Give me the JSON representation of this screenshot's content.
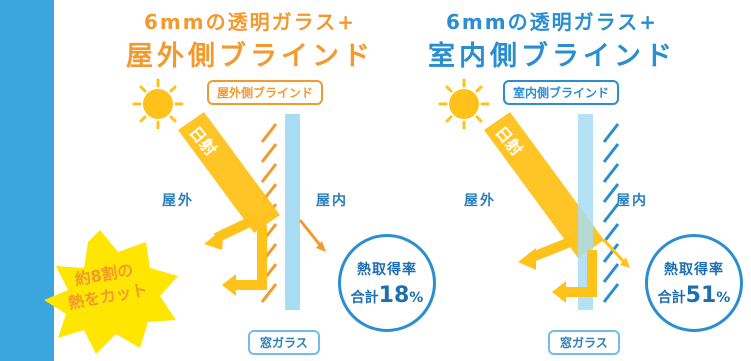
{
  "left": {
    "title_line1": "6mmの透明ガラス+",
    "title_line2": "屋外側ブラインド",
    "title_color": "#f29a2e",
    "blind_tag": "屋外側ブラインド",
    "sun_label": "日射",
    "outside_label": "屋外",
    "inside_label": "屋内",
    "glass_label": "窓ガラス",
    "heat_gain_label": "熱取得率",
    "total_label": "合計",
    "total_value": "18",
    "total_unit": "%"
  },
  "right": {
    "title_line1": "6mmの透明ガラス+",
    "title_line2": "室内側ブラインド",
    "title_color": "#2a8ed0",
    "blind_tag": "室内側ブラインド",
    "sun_label": "日射",
    "outside_label": "屋外",
    "inside_label": "屋内",
    "glass_label": "窓ガラス",
    "heat_gain_label": "熱取得率",
    "total_label": "合計",
    "total_value": "51",
    "total_unit": "%"
  },
  "badge": {
    "line1": "約8割の",
    "line2": "熱をカット",
    "color": "#ffe600"
  },
  "colors": {
    "sun": "#ffc21a",
    "glass": "#a8dcf2",
    "accent_blue": "#2a8ed0",
    "accent_orange": "#f29a2e",
    "stripe": "#3aa6dd"
  }
}
